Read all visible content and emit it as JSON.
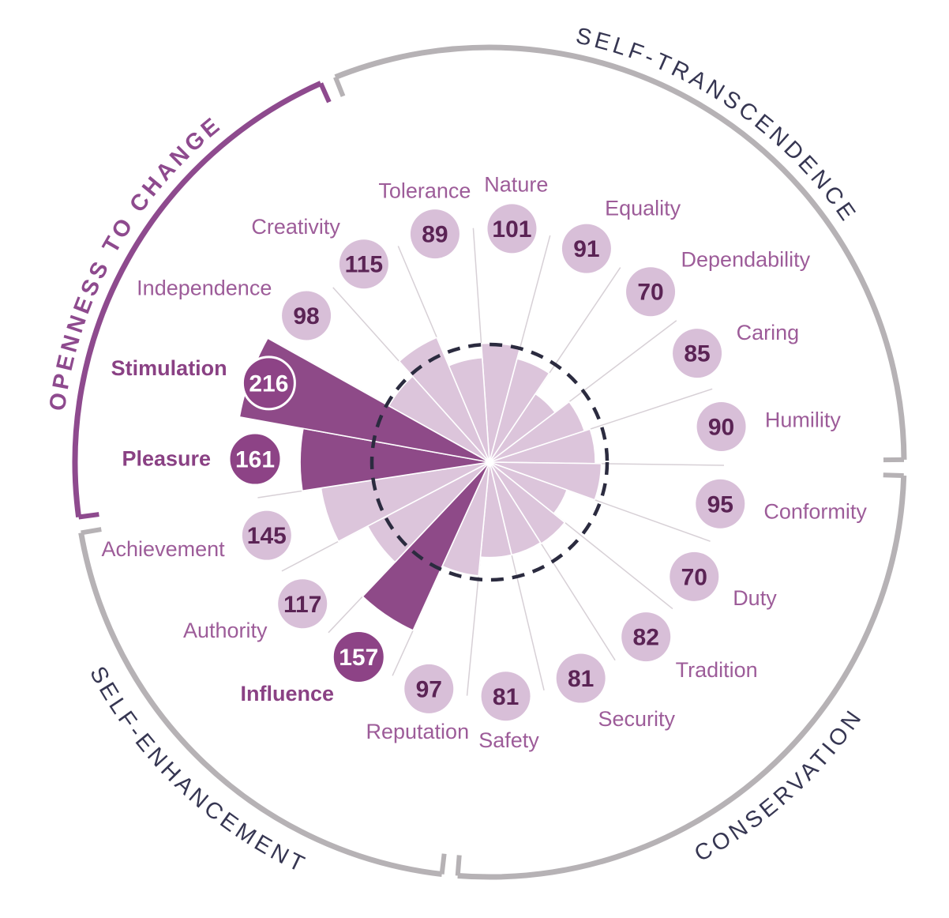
{
  "chart_data": {
    "type": "bar",
    "variant": "polar-radial-values-wheel",
    "title": "",
    "legend": null,
    "grid": "radial-spokes",
    "reference": {
      "value": 100,
      "style": "dashed-circle"
    },
    "score_range_hint": [
      0,
      240
    ],
    "values": [
      {
        "label": "Nature",
        "score": 101,
        "highlight": false
      },
      {
        "label": "Equality",
        "score": 91,
        "highlight": false
      },
      {
        "label": "Dependability",
        "score": 70,
        "highlight": false
      },
      {
        "label": "Caring",
        "score": 85,
        "highlight": false
      },
      {
        "label": "Humility",
        "score": 90,
        "highlight": false
      },
      {
        "label": "Conformity",
        "score": 95,
        "highlight": false
      },
      {
        "label": "Duty",
        "score": 70,
        "highlight": false
      },
      {
        "label": "Tradition",
        "score": 82,
        "highlight": false
      },
      {
        "label": "Security",
        "score": 81,
        "highlight": false
      },
      {
        "label": "Safety",
        "score": 81,
        "highlight": false
      },
      {
        "label": "Reputation",
        "score": 97,
        "highlight": false
      },
      {
        "label": "Influence",
        "score": 157,
        "highlight": true
      },
      {
        "label": "Authority",
        "score": 117,
        "highlight": false
      },
      {
        "label": "Achievement",
        "score": 145,
        "highlight": false
      },
      {
        "label": "Pleasure",
        "score": 161,
        "highlight": true
      },
      {
        "label": "Stimulation",
        "score": 216,
        "highlight": true
      },
      {
        "label": "Independence",
        "score": 98,
        "highlight": false
      },
      {
        "label": "Creativity",
        "score": 115,
        "highlight": false
      },
      {
        "label": "Tolerance",
        "score": 89,
        "highlight": false
      }
    ],
    "groups": [
      {
        "label": "SELF-TRANSCENDENCE",
        "from": 18,
        "to": 4,
        "accent": false
      },
      {
        "label": "CONSERVATION",
        "from": 5,
        "to": 9,
        "accent": false
      },
      {
        "label": "SELF-ENHANCEMENT",
        "from": 10,
        "to": 13,
        "accent": false
      },
      {
        "label": "OPENNESS TO CHANGE",
        "from": 14,
        "to": 17,
        "accent": true
      }
    ],
    "colors": {
      "background": "#ffffff",
      "wedge_light": "#dcc5db",
      "wedge_dark": "#8e4a88",
      "bubble_light": "#d8bfd8",
      "bubble_dark": "#8d4386",
      "bubble_ring": "#ffffff",
      "score_text_light_bubble": "#5b2455",
      "score_text_dark_bubble": "#ffffff",
      "value_label": "#9d5c99",
      "value_label_highlight": "#8a4184",
      "spoke": "#d7d0d6",
      "dashed_reference": "#2b2b3f",
      "group_arc_gray": "#b6b2b5",
      "group_arc_accent": "#8e4a8e",
      "group_text_gray": "#363652",
      "group_text_accent": "#8e4a8e"
    }
  }
}
